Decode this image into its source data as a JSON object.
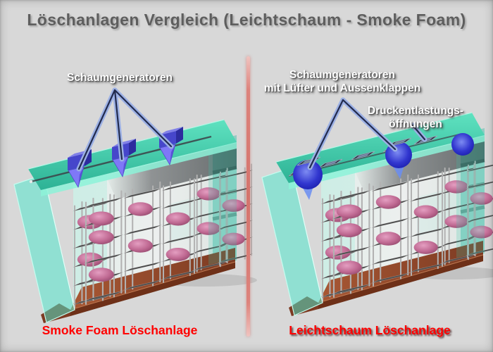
{
  "title": "Löschanlagen Vergleich (Leichtschaum - Smoke Foam)",
  "left_panel": {
    "annotation_generators": "Schaumgeneratoren",
    "caption": "Smoke Foam Löschanlage"
  },
  "right_panel": {
    "annotation_generators": {
      "line1": "Schaumgeneratoren",
      "line2": "mit Lüfter und Aussenklappen"
    },
    "annotation_vents": {
      "line1": "Druckentlastungs-",
      "line2": "öffnungen"
    },
    "caption": "Leichtschaum Löschanlage"
  },
  "colors": {
    "background": "#d8d8d8",
    "title_gray": "#5e5e5e",
    "caption_red": "#ff0000",
    "annotation_white": "#ffffff",
    "divider_red": "#d4736c",
    "glass_teal": "#45dfc1",
    "roof_teal": "#2fbb9d",
    "floor_brown": "#96482c",
    "equipment_blue": "#4646cb",
    "rolls_pink": "#c06a93",
    "rack_gray": "#4c4c4c"
  }
}
